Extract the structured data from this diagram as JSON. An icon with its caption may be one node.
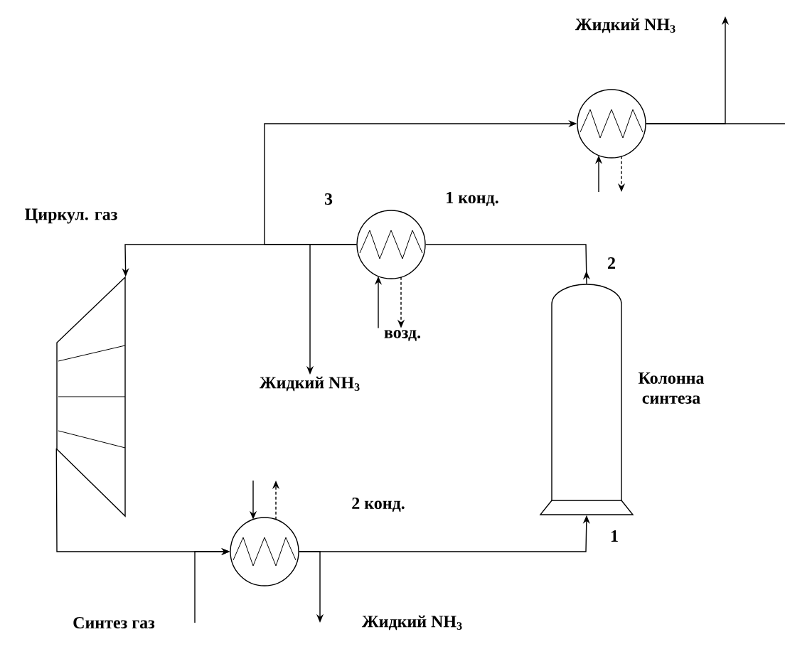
{
  "diagram": {
    "nodes": [
      {
        "text": [
          "Жидкий NH$_{3}$"
        ]
      },
      {
        "text": [],
        "shape": "circle"
      },
      {
        "text": [
          "1 конд."
        ]
      },
      {
        "text": [],
        "shape": "trapezoid"
      },
      {
        "text": [
          "Жидкий NH$_{3}$"
        ]
      },
      {
        "text": [
          "Колонна синтеза"
        ]
      },
      {
        "text": [
          "2 конд."
        ]
      },
      {
        "text": [
          "Синтез газ"
        ]
      },
      {
        "text": [
          "Жидкий NH$_{3}$"
        ]
      },
      {
        "text": [
          "возд."
        ]
      }
    ],
    "edges": [
      {
        "from": 5,
        "to": 2,
        "arrow": "to"
      },
      {
        "from": 2,
        "to": 3,
        "arrow": "to"
      },
      {
        "from": 2,
        "to": 1,
        "arrow": "to"
      },
      {
        "from": 2,
        "to": 4,
        "arrow": "to"
      },
      {
        "from": 1,
        "to": 0,
        "arrow": "to"
      },
      {
        "from": 1,
        "to": null,
        "arrow": "none"
      },
      {
        "from": 9,
        "to": 2,
        "arrow": "to"
      },
      {
        "from": 2,
        "to": 9,
        "arrow": "to",
        "style": "dashed"
      },
      {
        "from": null,
        "to": 1,
        "arrow": "to"
      },
      {
        "from": 1,
        "to": null,
        "arrow": "to",
        "style": "dashed"
      },
      {
        "from": null,
        "to": 6,
        "arrow": "to"
      },
      {
        "from": 6,
        "to": null,
        "arrow": "to",
        "style": "dashed"
      },
      {
        "from": 3,
        "to": 6,
        "arrow": "to"
      },
      {
        "from": 7,
        "to": 6,
        "arrow": "to"
      },
      {
        "from": 6,
        "to": 5,
        "arrow": "to"
      },
      {
        "from": 6,
        "to": 8,
        "arrow": "to"
      }
    ],
    "labels": [
      "3",
      "Циркул. газ",
      "2",
      "1"
    ]
  }
}
